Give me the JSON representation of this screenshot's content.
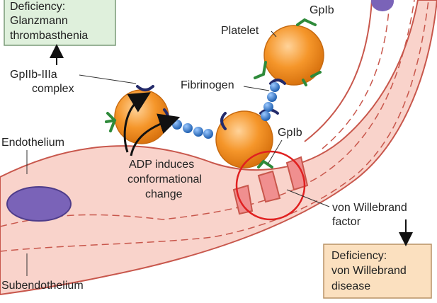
{
  "labels": {
    "deficiency_gt": [
      "Deficiency:",
      "Glanzmann",
      "thrombasthenia"
    ],
    "gpiib_iiia": [
      "GpIIb-IIIa",
      "complex"
    ],
    "platelet": "Platelet",
    "gpib_top": "GpIb",
    "fibrinogen": "Fibrinogen",
    "gpib_bottom": "GpIb",
    "endothelium": "Endothelium",
    "adp": [
      "ADP induces",
      "conformational",
      "change"
    ],
    "vwf": [
      "von Willebrand",
      "factor"
    ],
    "deficiency_vwd": [
      "Deficiency:",
      "von Willebrand",
      "disease"
    ],
    "subendothelium": "Subendothelium"
  },
  "colors": {
    "platelet": "#f28a1e",
    "vessel": "#f7c6bd",
    "vessel_line": "#c8574c",
    "nucleus": "#7a63b8",
    "box_green": "#dff0dc",
    "box_orange": "#fbe0bf",
    "receptor_green": "#2e8a3a",
    "fibrinogen": "#2f6fbf",
    "highlight": "#e02020"
  }
}
